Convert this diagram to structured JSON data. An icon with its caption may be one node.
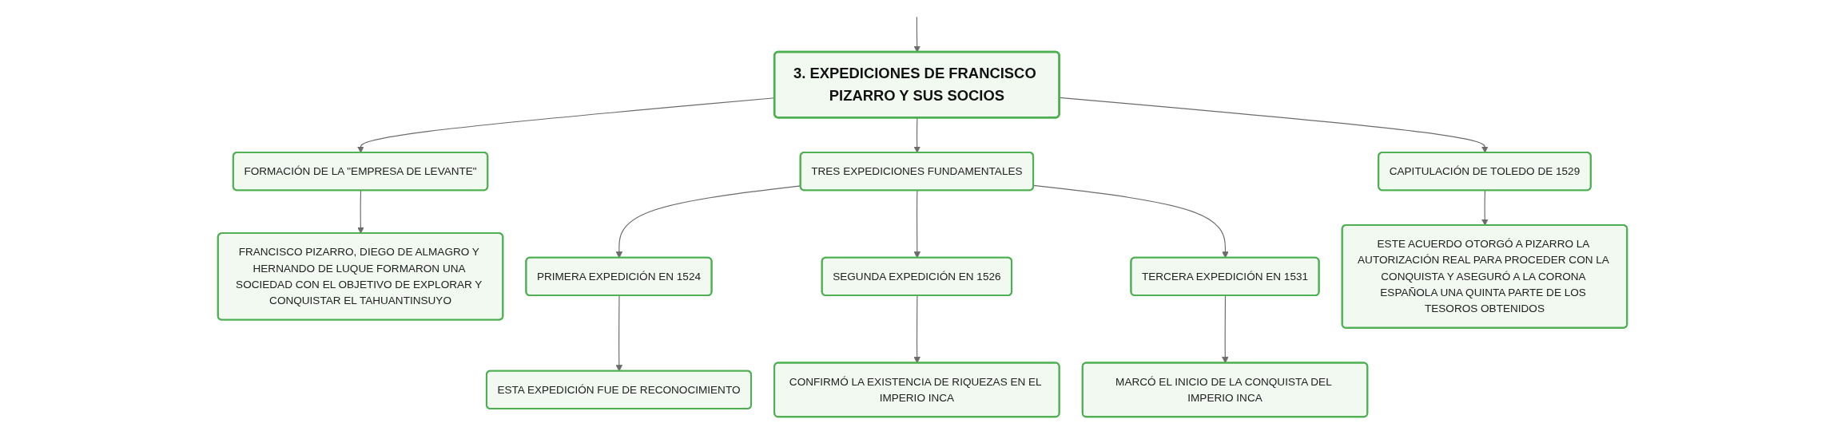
{
  "diagram": {
    "nodes": [
      {
        "text": [
          "3. EXPEDICIONES DE FRANCISCO PIZARRO Y SUS SOCIOS"
        ]
      },
      {
        "text": [
          "FORMACIÓN DE LA \"EMPRESA DE LEVANTE\""
        ]
      },
      {
        "text": [
          "TRES EXPEDICIONES FUNDAMENTALES"
        ]
      },
      {
        "text": [
          "CAPITULACIÓN DE TOLEDO DE 1529"
        ]
      },
      {
        "text": [
          "FRANCISCO PIZARRO, DIEGO DE ALMAGRO Y HERNANDO DE LUQUE FORMARON UNA SOCIEDAD CON EL OBJETIVO DE EXPLORAR Y CONQUISTAR EL TAHUANTINSUYO"
        ]
      },
      {
        "text": [
          "PRIMERA EXPEDICIÓN EN 1524"
        ]
      },
      {
        "text": [
          "SEGUNDA EXPEDICIÓN EN 1526"
        ]
      },
      {
        "text": [
          "TERCERA EXPEDICIÓN EN 1531"
        ]
      },
      {
        "text": [
          "ESTE ACUERDO OTORGÓ A PIZARRO LA AUTORIZACIÓN REAL PARA PROCEDER CON LA CONQUISTA Y ASEGURÓ A LA CORONA ESPAÑOLA UNA QUINTA PARTE DE LOS TESOROS OBTENIDOS"
        ]
      },
      {
        "text": [
          "ESTA EXPEDICIÓN FUE DE RECONOCIMIENTO"
        ]
      },
      {
        "text": [
          "CONFIRMÓ LA EXISTENCIA DE RIQUEZAS EN EL IMPERIO INCA"
        ]
      },
      {
        "text": [
          "MARCÓ EL INICIO DE LA CONQUISTA DEL IMPERIO INCA"
        ]
      }
    ],
    "edges": [
      {
        "from": null,
        "to": 0,
        "arrow": "to"
      },
      {
        "from": 0,
        "to": 1,
        "arrow": "to"
      },
      {
        "from": 0,
        "to": 2,
        "arrow": "to"
      },
      {
        "from": 0,
        "to": 3,
        "arrow": "to"
      },
      {
        "from": 1,
        "to": 4,
        "arrow": "to"
      },
      {
        "from": 2,
        "to": 5,
        "arrow": "to"
      },
      {
        "from": 2,
        "to": 6,
        "arrow": "to"
      },
      {
        "from": 2,
        "to": 7,
        "arrow": "to"
      },
      {
        "from": 3,
        "to": 8,
        "arrow": "to"
      },
      {
        "from": 5,
        "to": 9,
        "arrow": "to"
      },
      {
        "from": 6,
        "to": 10,
        "arrow": "to"
      },
      {
        "from": 7,
        "to": 11,
        "arrow": "to"
      }
    ]
  }
}
